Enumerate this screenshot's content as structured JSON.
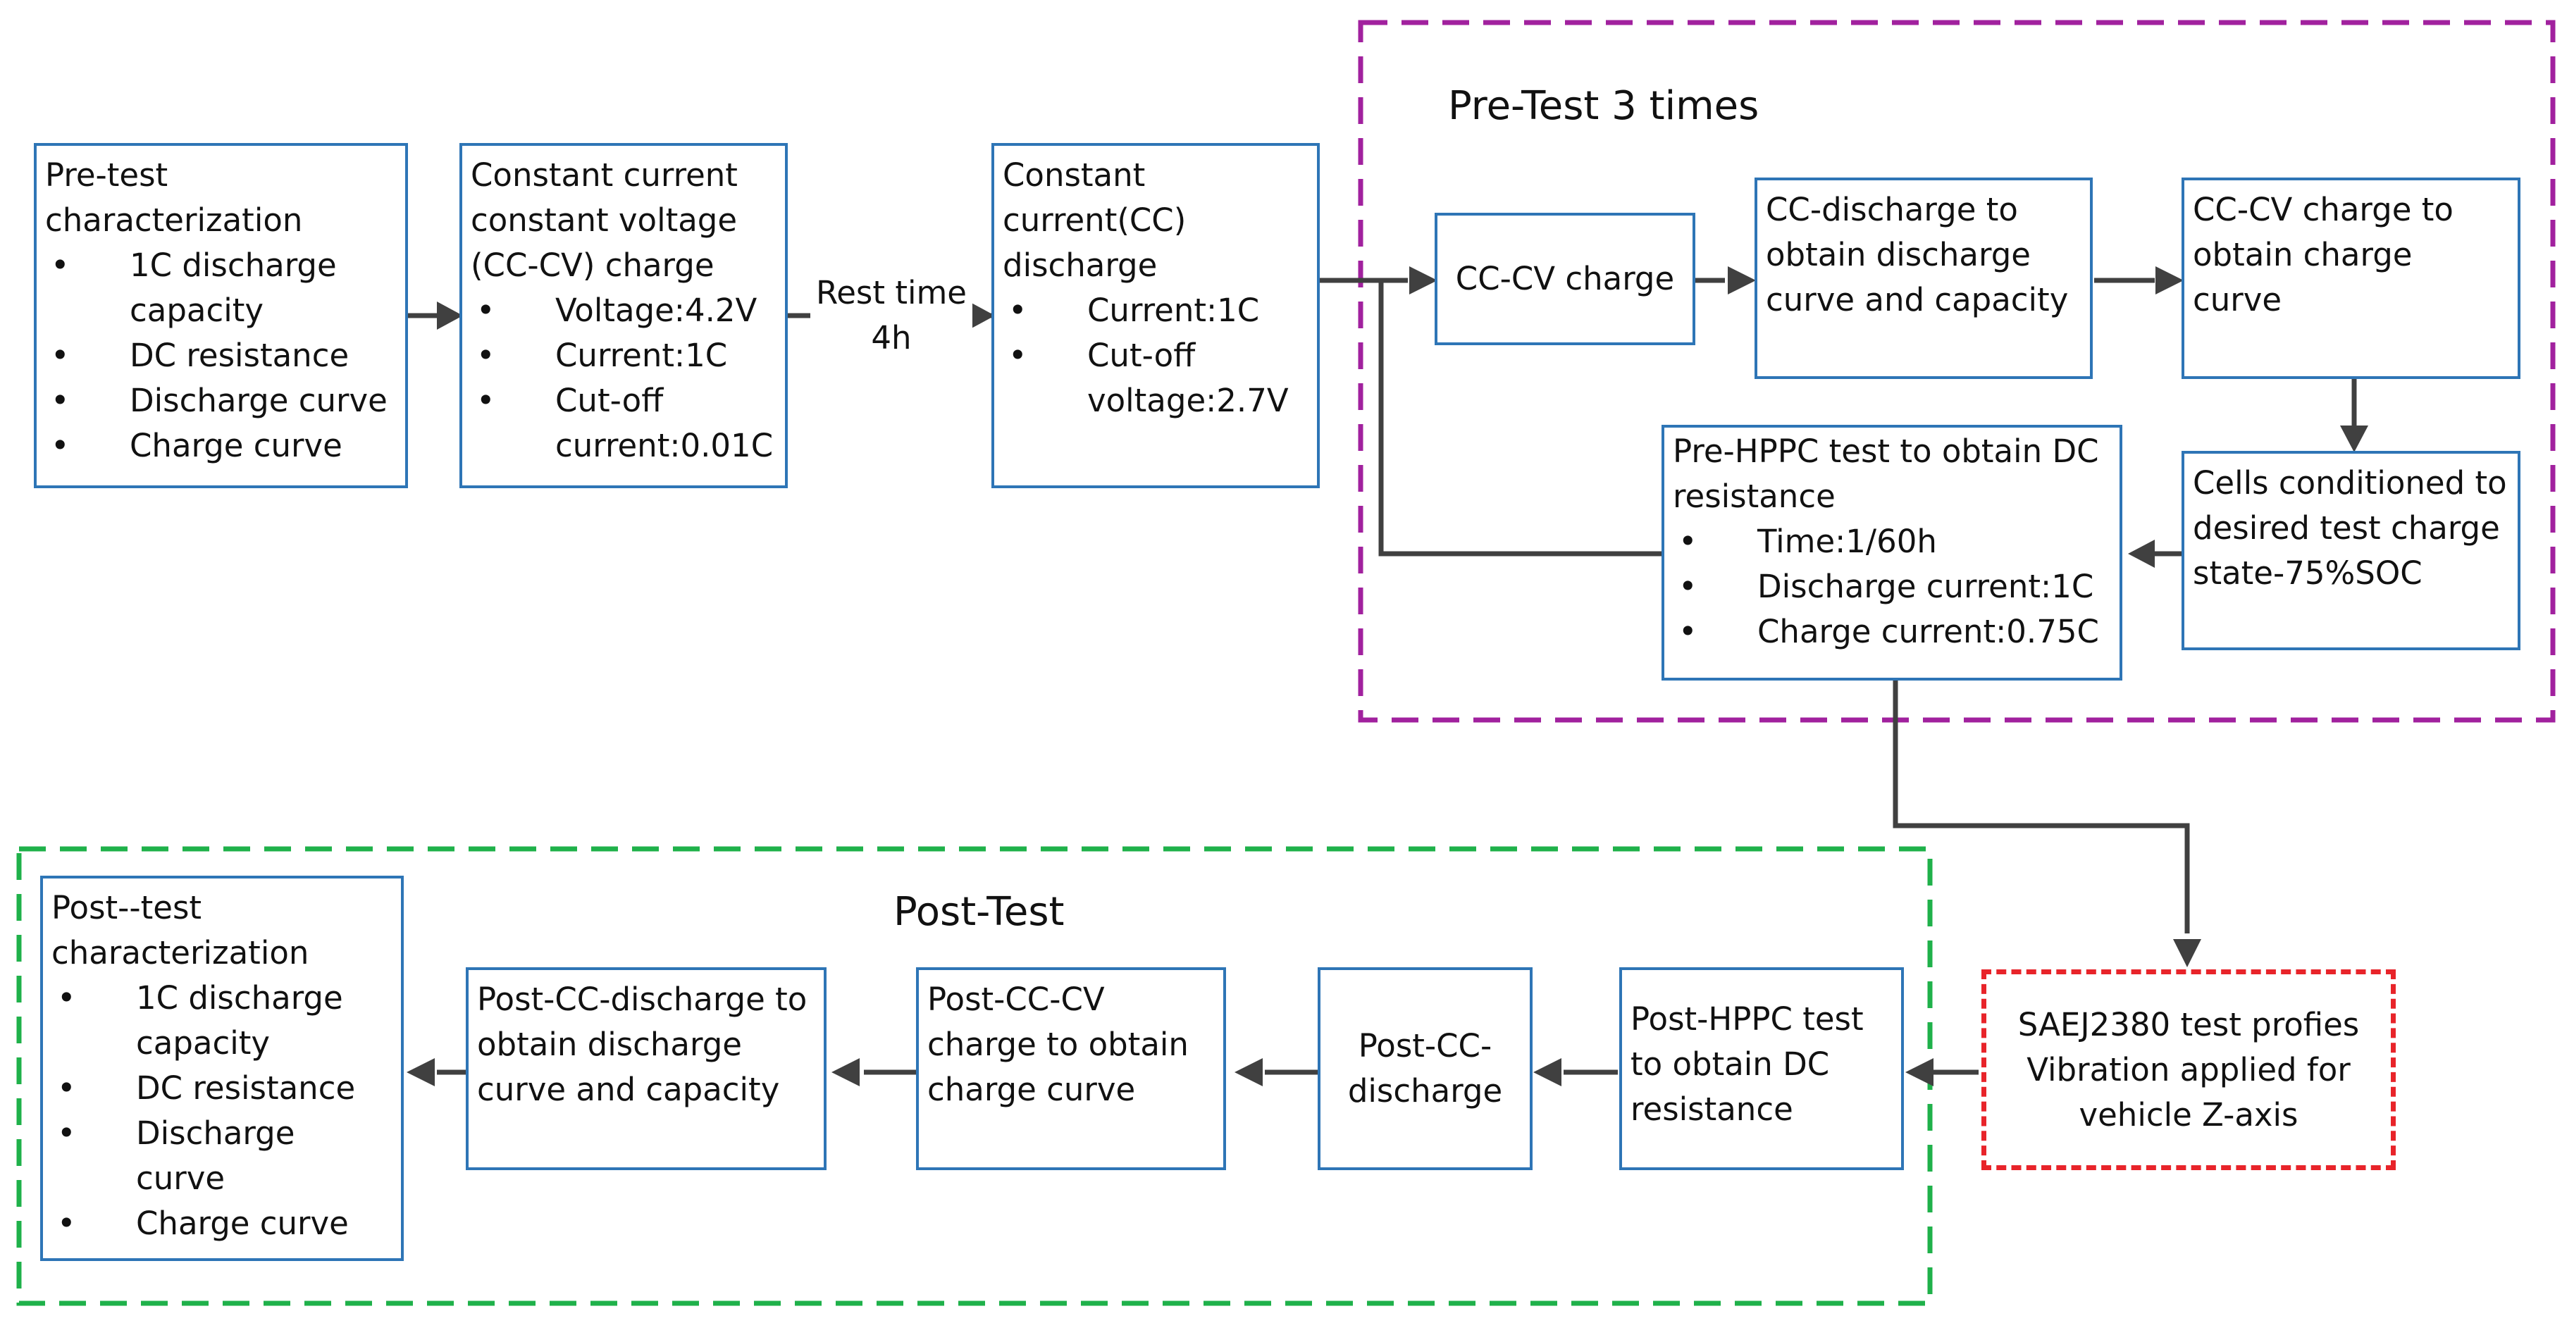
{
  "colors": {
    "box_border": "#2e75b6",
    "pretest_group": "#a1219e",
    "posttest_group": "#1fb14a",
    "vibration_border": "#e8242a",
    "arrow": "#404040"
  },
  "groups": {
    "pretest_label": "Pre-Test 3 times",
    "posttest_label": "Post-Test"
  },
  "boxes": {
    "pretest_char": {
      "title": "Pre-test characterization",
      "items": [
        "1C discharge capacity",
        "DC resistance",
        "Discharge curve",
        "Charge curve"
      ]
    },
    "cccv_charge": {
      "title": "Constant current constant voltage (CC-CV) charge",
      "items": [
        "Voltage:4.2V",
        "Current:1C",
        "Cut-off current:0.01C"
      ]
    },
    "rest": {
      "text": "Rest time 4h"
    },
    "cc_discharge": {
      "title": "Constant current(CC) discharge",
      "items": [
        "Current:1C",
        "Cut-off voltage:2.7V"
      ]
    },
    "cccv": {
      "text": "CC-CV charge"
    },
    "ccd_obtain": {
      "text": "CC-discharge to obtain discharge curve and capacity"
    },
    "cccv_obtain": {
      "text": "CC-CV charge to obtain charge curve"
    },
    "conditioned": {
      "text": "Cells conditioned to desired test charge state-75%SOC"
    },
    "pre_hppc": {
      "title": "Pre-HPPC test to obtain DC resistance",
      "items": [
        "Time:1/60h",
        "Discharge current:1C",
        "Charge current:0.75C"
      ]
    },
    "vibration": {
      "text": "SAEJ2380 test profies Vibration applied for vehicle Z-axis"
    },
    "post_hppc": {
      "text": "Post-HPPC test to obtain DC resistance"
    },
    "post_ccd": {
      "text": "Post-CC-discharge"
    },
    "post_cccv": {
      "text": "Post-CC-CV charge to obtain charge curve"
    },
    "post_ccd_obtain": {
      "text": "Post-CC-discharge to obtain discharge curve and capacity"
    },
    "posttest_char": {
      "title": "Post--test characterization",
      "items": [
        "1C discharge capacity",
        "DC resistance",
        "Discharge curve",
        "Charge curve"
      ]
    }
  }
}
